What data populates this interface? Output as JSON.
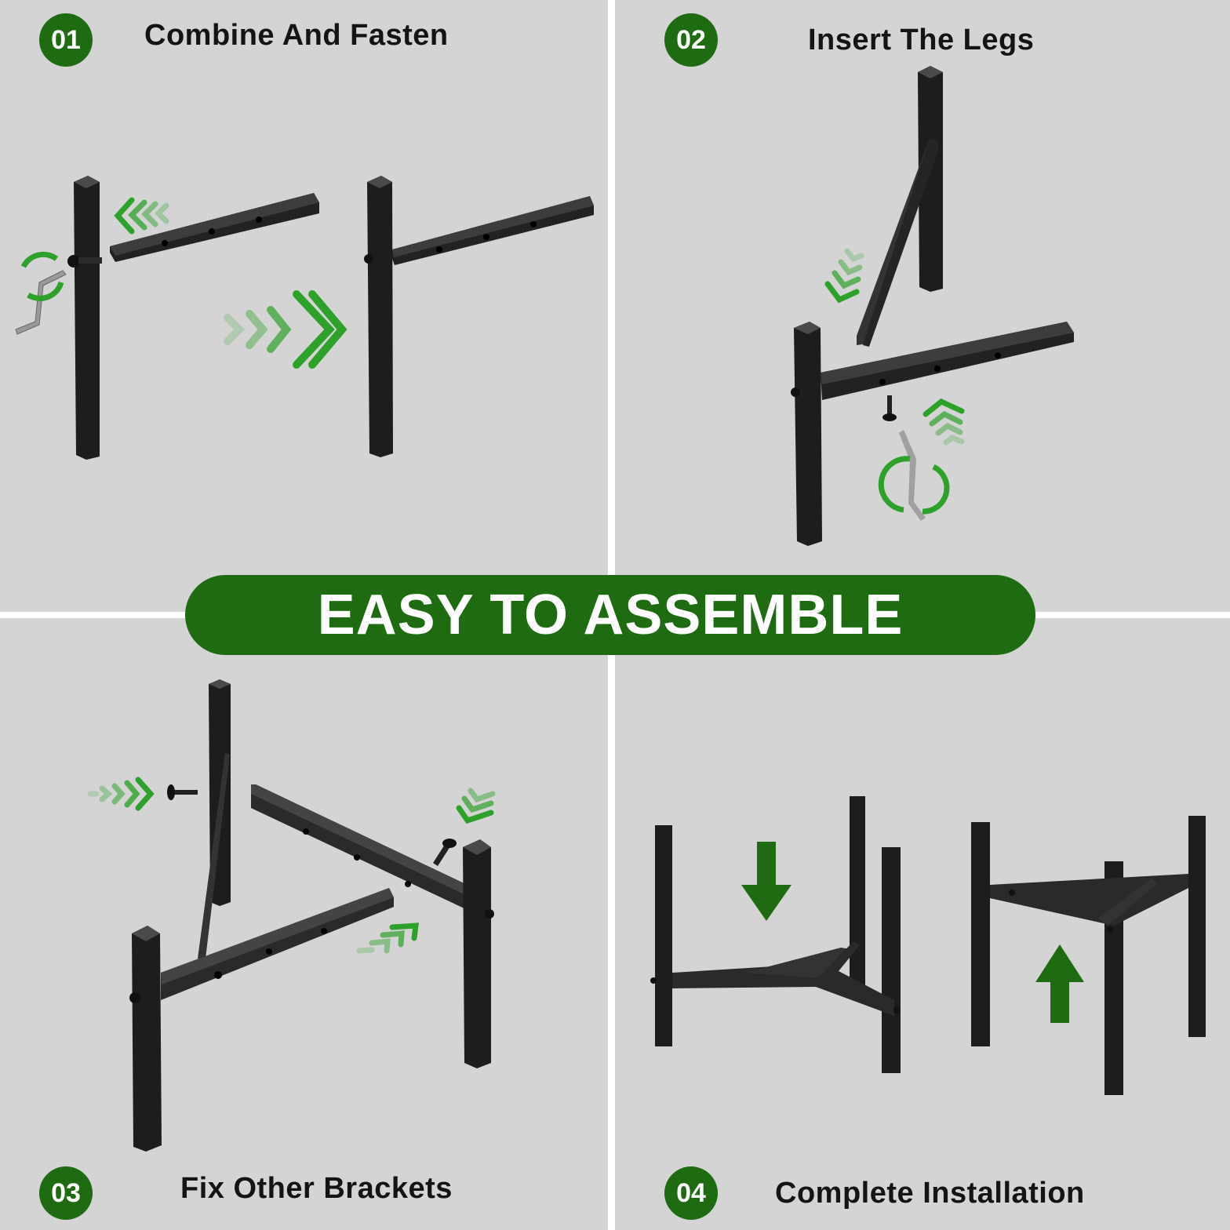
{
  "steps": [
    {
      "number": "01",
      "title": "Combine And Fasten"
    },
    {
      "number": "02",
      "title": "Insert The Legs"
    },
    {
      "number": "03",
      "title": "Fix Other Brackets"
    },
    {
      "number": "04",
      "title": "Complete Installation"
    }
  ],
  "banner": {
    "text": "EASY TO ASSEMBLE"
  },
  "colors": {
    "accent": "#1e6b12",
    "arrow": "#2da12a",
    "background": "#d4d4d4",
    "metal": "#2a2a2a"
  }
}
